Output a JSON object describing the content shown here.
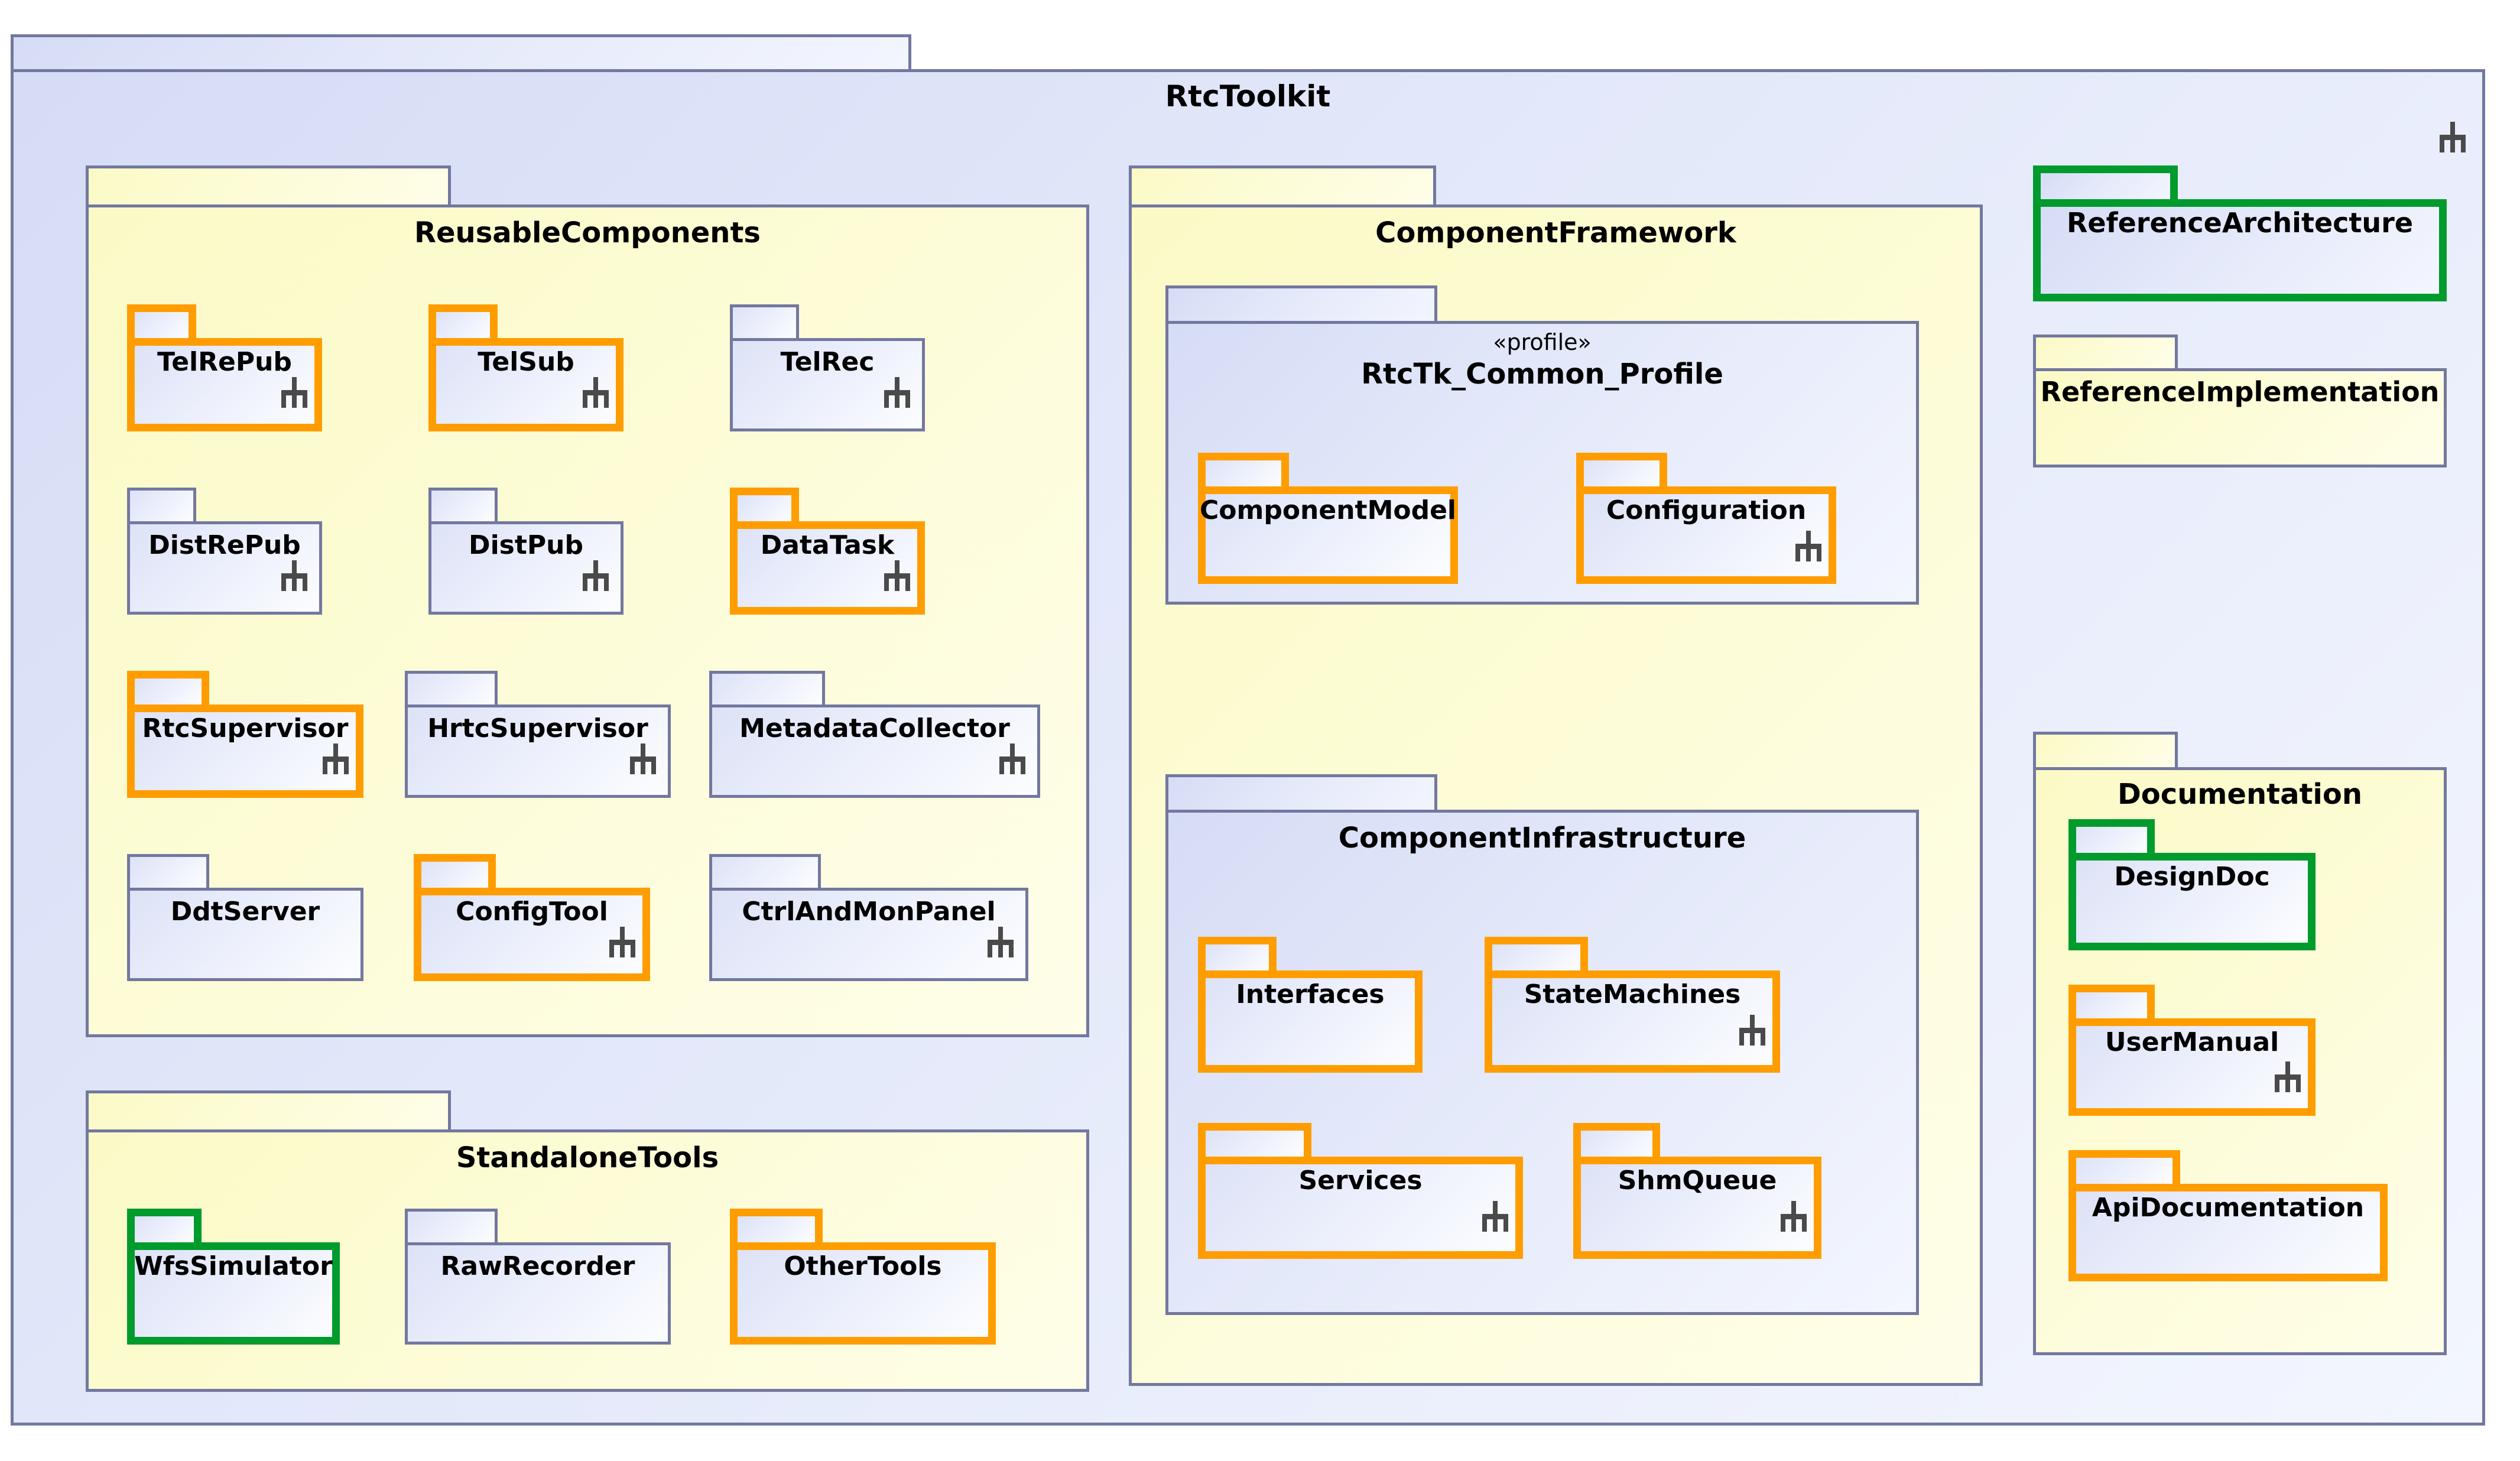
{
  "diagram": {
    "type": "uml-package-diagram",
    "root": {
      "name": "RtcToolkit",
      "style": "blue",
      "border": "grey",
      "has_hierarchy_icon": true
    },
    "legend_colors": {
      "outer_fill": "#dce2f8",
      "yellow_fill": "#fbfbd4",
      "leaf_fill": "#e6eafc",
      "grey_border": "#72789f",
      "orange_border": "#ff9d00",
      "green_border": "#009b2d",
      "shadow": "#b0b0b0",
      "text": "#000000"
    },
    "groups": [
      {
        "id": "reusable-components",
        "name": "ReusableComponents",
        "style": "yellow",
        "border": "grey",
        "has_hierarchy_icon": false,
        "members": [
          {
            "name": "TelRePub",
            "border": "orange",
            "has_hierarchy_icon": true
          },
          {
            "name": "TelSub",
            "border": "orange",
            "has_hierarchy_icon": true
          },
          {
            "name": "TelRec",
            "border": "grey",
            "has_hierarchy_icon": true
          },
          {
            "name": "DistRePub",
            "border": "grey",
            "has_hierarchy_icon": true
          },
          {
            "name": "DistPub",
            "border": "grey",
            "has_hierarchy_icon": true
          },
          {
            "name": "DataTask",
            "border": "orange",
            "has_hierarchy_icon": true
          },
          {
            "name": "RtcSupervisor",
            "border": "orange",
            "has_hierarchy_icon": true
          },
          {
            "name": "HrtcSupervisor",
            "border": "grey",
            "has_hierarchy_icon": true
          },
          {
            "name": "MetadataCollector",
            "border": "grey",
            "has_hierarchy_icon": true
          },
          {
            "name": "DdtServer",
            "border": "grey",
            "has_hierarchy_icon": false
          },
          {
            "name": "ConfigTool",
            "border": "orange",
            "has_hierarchy_icon": true
          },
          {
            "name": "CtrlAndMonPanel",
            "border": "grey",
            "has_hierarchy_icon": true
          }
        ]
      },
      {
        "id": "standalone-tools",
        "name": "StandaloneTools",
        "style": "yellow",
        "border": "grey",
        "has_hierarchy_icon": false,
        "members": [
          {
            "name": "WfsSimulator",
            "border": "green",
            "has_hierarchy_icon": false
          },
          {
            "name": "RawRecorder",
            "border": "grey",
            "has_hierarchy_icon": false
          },
          {
            "name": "OtherTools",
            "border": "orange",
            "has_hierarchy_icon": false
          }
        ]
      },
      {
        "id": "component-framework",
        "name": "ComponentFramework",
        "style": "yellow",
        "border": "grey",
        "has_hierarchy_icon": false,
        "subgroups": [
          {
            "id": "rtctk-common-profile",
            "name": "RtcTk_Common_Profile",
            "stereotype": "«profile»",
            "style": "blue",
            "border": "grey",
            "members": [
              {
                "name": "ComponentModel",
                "border": "orange",
                "has_hierarchy_icon": false
              },
              {
                "name": "Configuration",
                "border": "orange",
                "has_hierarchy_icon": true
              }
            ]
          },
          {
            "id": "component-infrastructure",
            "name": "ComponentInfrastructure",
            "stereotype": "",
            "style": "blue",
            "border": "grey",
            "members": [
              {
                "name": "Interfaces",
                "border": "orange",
                "has_hierarchy_icon": false
              },
              {
                "name": "StateMachines",
                "border": "orange",
                "has_hierarchy_icon": true
              },
              {
                "name": "Services",
                "border": "orange",
                "has_hierarchy_icon": true
              },
              {
                "name": "ShmQueue",
                "border": "orange",
                "has_hierarchy_icon": true
              }
            ]
          }
        ]
      },
      {
        "id": "reference-architecture",
        "name": "ReferenceArchitecture",
        "style": "blue",
        "border": "green",
        "has_hierarchy_icon": false,
        "members": []
      },
      {
        "id": "reference-implementation",
        "name": "ReferenceImplementation",
        "style": "yellow",
        "border": "grey",
        "has_hierarchy_icon": false,
        "members": []
      },
      {
        "id": "documentation",
        "name": "Documentation",
        "style": "yellow",
        "border": "grey",
        "has_hierarchy_icon": false,
        "members": [
          {
            "name": "DesignDoc",
            "border": "green",
            "has_hierarchy_icon": false
          },
          {
            "name": "UserManual",
            "border": "orange",
            "has_hierarchy_icon": true
          },
          {
            "name": "ApiDocumentation",
            "border": "orange",
            "has_hierarchy_icon": false
          }
        ]
      }
    ]
  }
}
